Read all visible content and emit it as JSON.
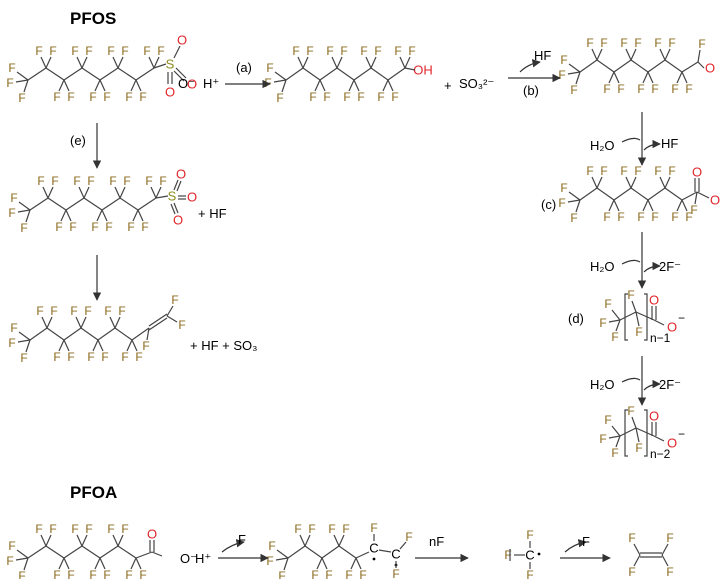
{
  "colors": {
    "fluorine": "#8a6a1c",
    "oxygen": "#e0262c",
    "sulfur": "#8c8c1c",
    "bond": "#444444",
    "text": "#000000"
  },
  "titles": {
    "pfos": "PFOS",
    "pfoa": "PFOA"
  },
  "atoms": {
    "F": "F",
    "O": "O",
    "S": "S",
    "OH": "OH",
    "C": "C"
  },
  "labels": {
    "a": "(a)",
    "b": "(b)",
    "c": "(c)",
    "d": "(d)",
    "e": "(e)"
  },
  "reagents": {
    "h_plus": "H⁺",
    "sulfonate_charge": "O⁻",
    "carboxylate_charge": "O⁻",
    "so3_2minus": "SO₃²⁻",
    "plus": "+",
    "hf": "HF",
    "plus_hf": "+ HF",
    "plus_hf_so3": "+ HF + SO₃",
    "h2o": "H₂O",
    "two_f_minus": "2F⁻",
    "f_radical": "F",
    "nf": "nF"
  },
  "subscripts": {
    "n_minus_1": "n−1",
    "n_minus_2": "n−2"
  }
}
